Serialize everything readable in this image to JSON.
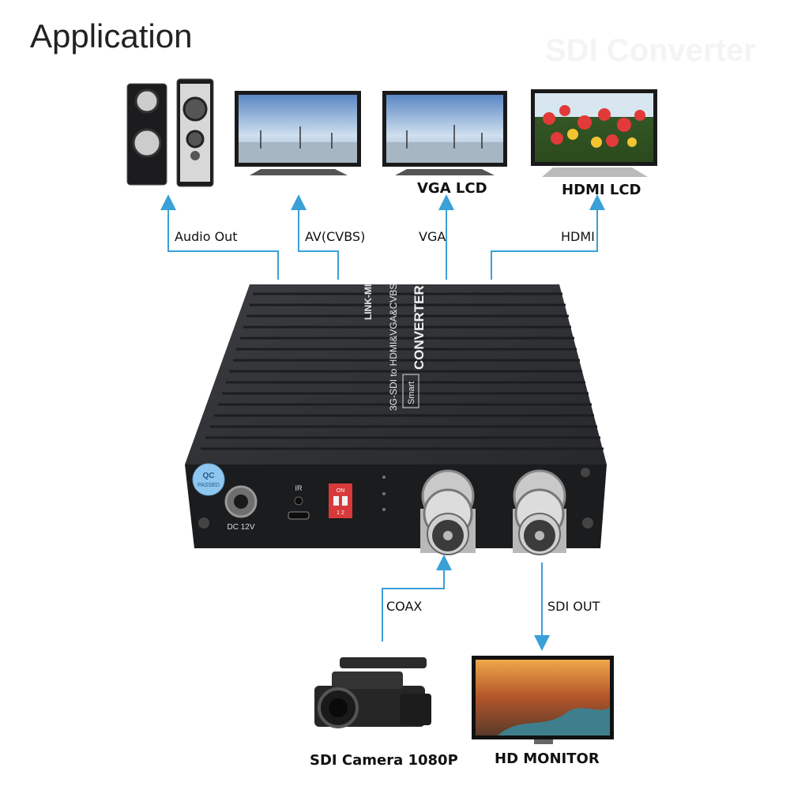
{
  "title": "Application",
  "ghost_text": "SDI Converter",
  "device": {
    "brand": "LINK-MI",
    "model_line1": "3G-SDI to HDMI&VGA&CVBS",
    "model_smart": "Smart",
    "model_converter": "CONVERTER",
    "badge": "QC",
    "badge_sub": "PASSED",
    "port_dc": "DC 12V",
    "port_ir": "IR",
    "dip_on": "ON",
    "dip_numbers": "1 2"
  },
  "outputs": {
    "audio": {
      "label": "Audio Out"
    },
    "av": {
      "label": "AV(CVBS)"
    },
    "vga": {
      "label": "VGA",
      "display": "VGA LCD"
    },
    "hdmi": {
      "label": "HDMI",
      "display": "HDMI LCD"
    }
  },
  "inputs": {
    "coax": {
      "label": "COAX",
      "device": "SDI Camera 1080P"
    },
    "sdi_out": {
      "label": "SDI OUT",
      "device": "HD MONITOR"
    }
  },
  "colors": {
    "arrow": "#3aa0d8",
    "device_body": "#2b2d30",
    "device_face": "#1b1c1e"
  }
}
